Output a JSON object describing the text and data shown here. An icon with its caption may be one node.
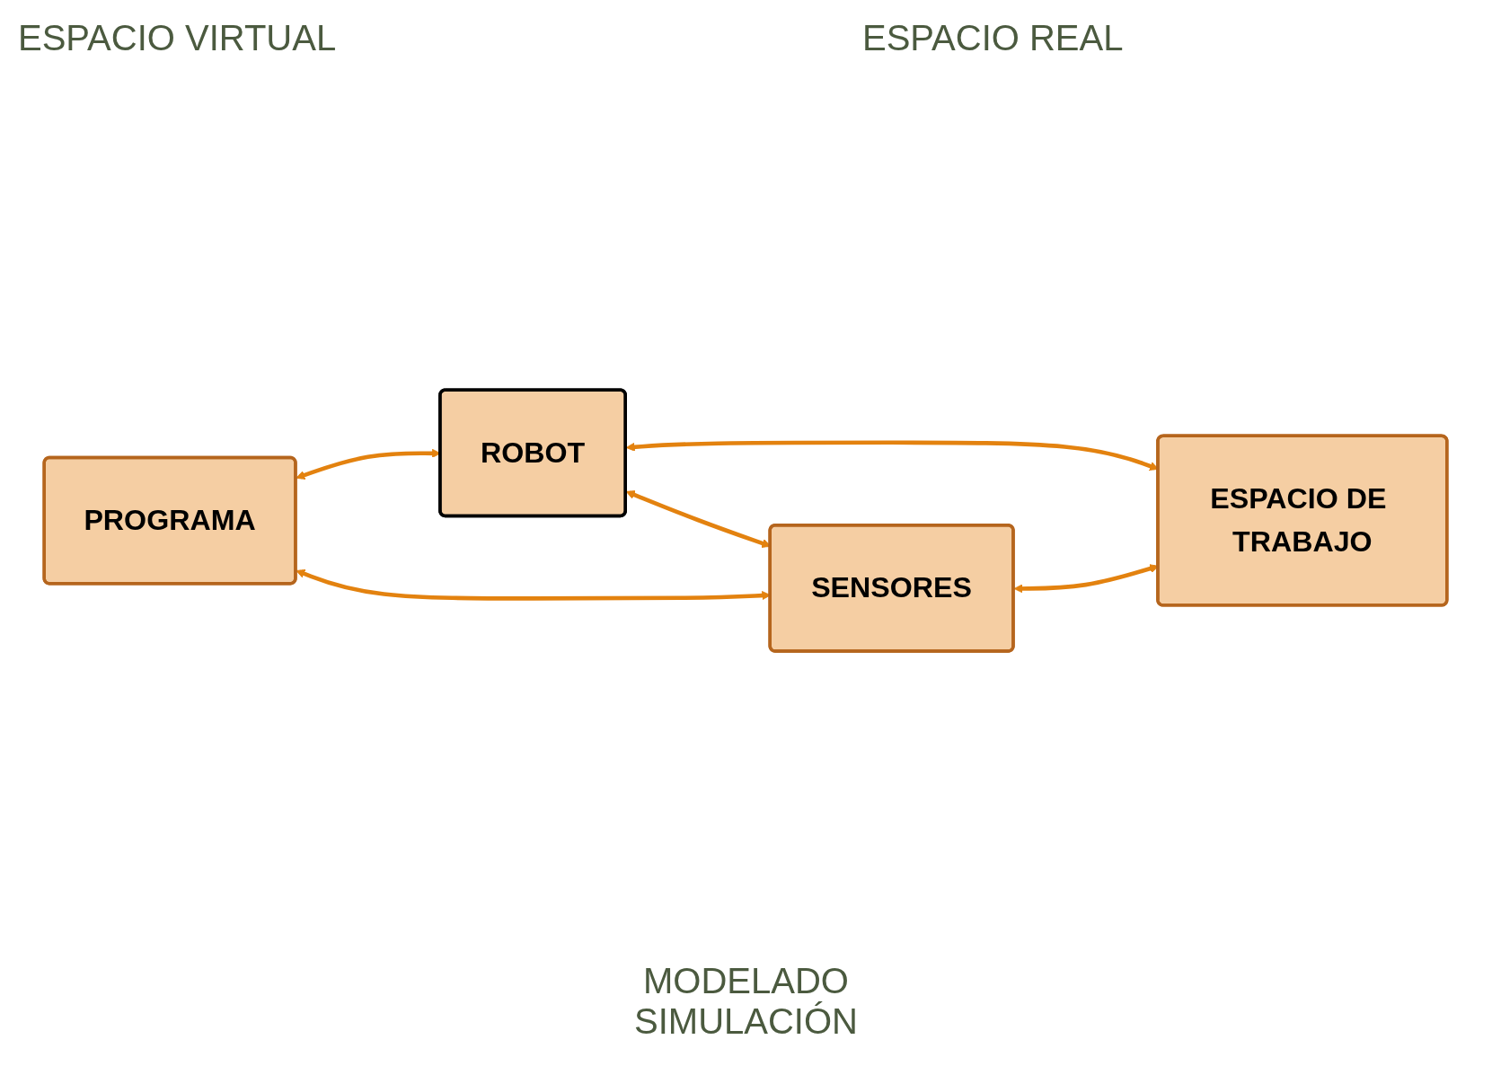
{
  "diagram": {
    "nodes": [
      {
        "text": [
          "ROBOT"
        ]
      },
      {
        "text": [
          "PROGRAMA"
        ]
      },
      {
        "text": [
          "ESPACIO DE TRABAJO"
        ]
      },
      {
        "text": [
          "SENSORES"
        ]
      }
    ],
    "edges": [
      {
        "from": 1,
        "to": 0,
        "arrow": "both"
      },
      {
        "from": 0,
        "to": 2,
        "arrow": "both"
      },
      {
        "from": 0,
        "to": 3,
        "arrow": "both"
      },
      {
        "from": 1,
        "to": 3,
        "arrow": "both"
      },
      {
        "from": 3,
        "to": 2,
        "arrow": "both"
      }
    ],
    "labels": [
      "ESPACIO VIRTUAL",
      "ESPACIO REAL",
      "MODELADO SIMULACIÓN"
    ]
  }
}
